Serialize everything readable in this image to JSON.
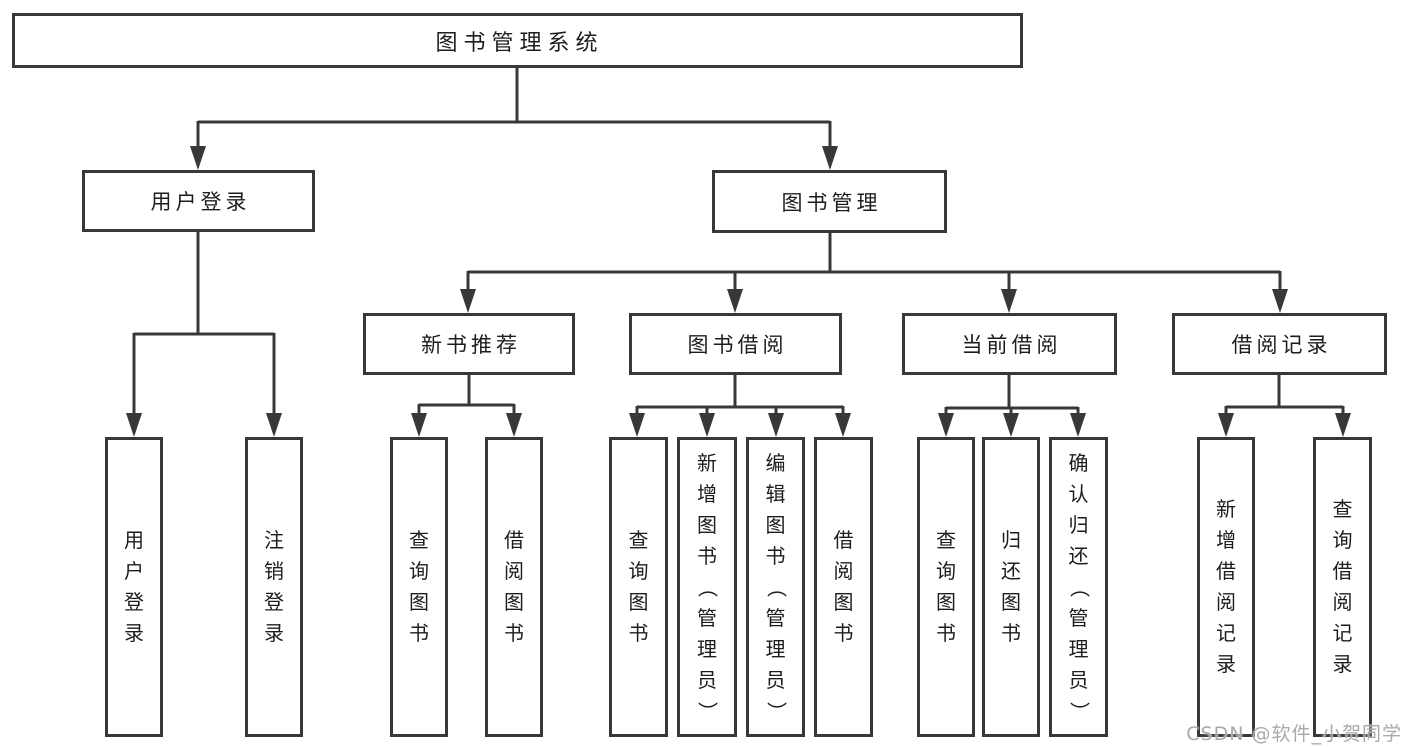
{
  "diagram": {
    "root": "图书管理系统",
    "branches": [
      {
        "label": "用户登录",
        "children": [
          "用户登录",
          "注销登录"
        ]
      },
      {
        "label": "图书管理",
        "sections": [
          {
            "label": "新书推荐",
            "children": [
              "查询图书",
              "借阅图书"
            ]
          },
          {
            "label": "图书借阅",
            "children": [
              "查询图书",
              "新增图书（管理员）",
              "编辑图书（管理员）",
              "借阅图书"
            ]
          },
          {
            "label": "当前借阅",
            "children": [
              "查询图书",
              "归还图书",
              "确认归还（管理员）"
            ]
          },
          {
            "label": "借阅记录",
            "children": [
              "新增借阅记录",
              "查询借阅记录"
            ]
          }
        ]
      }
    ]
  },
  "watermark": "CSDN @软件_小贺同学",
  "colors": {
    "line": "#383838",
    "text": "#1d1d1d",
    "background": "#ffffff",
    "watermark": "#a9a9a9"
  }
}
